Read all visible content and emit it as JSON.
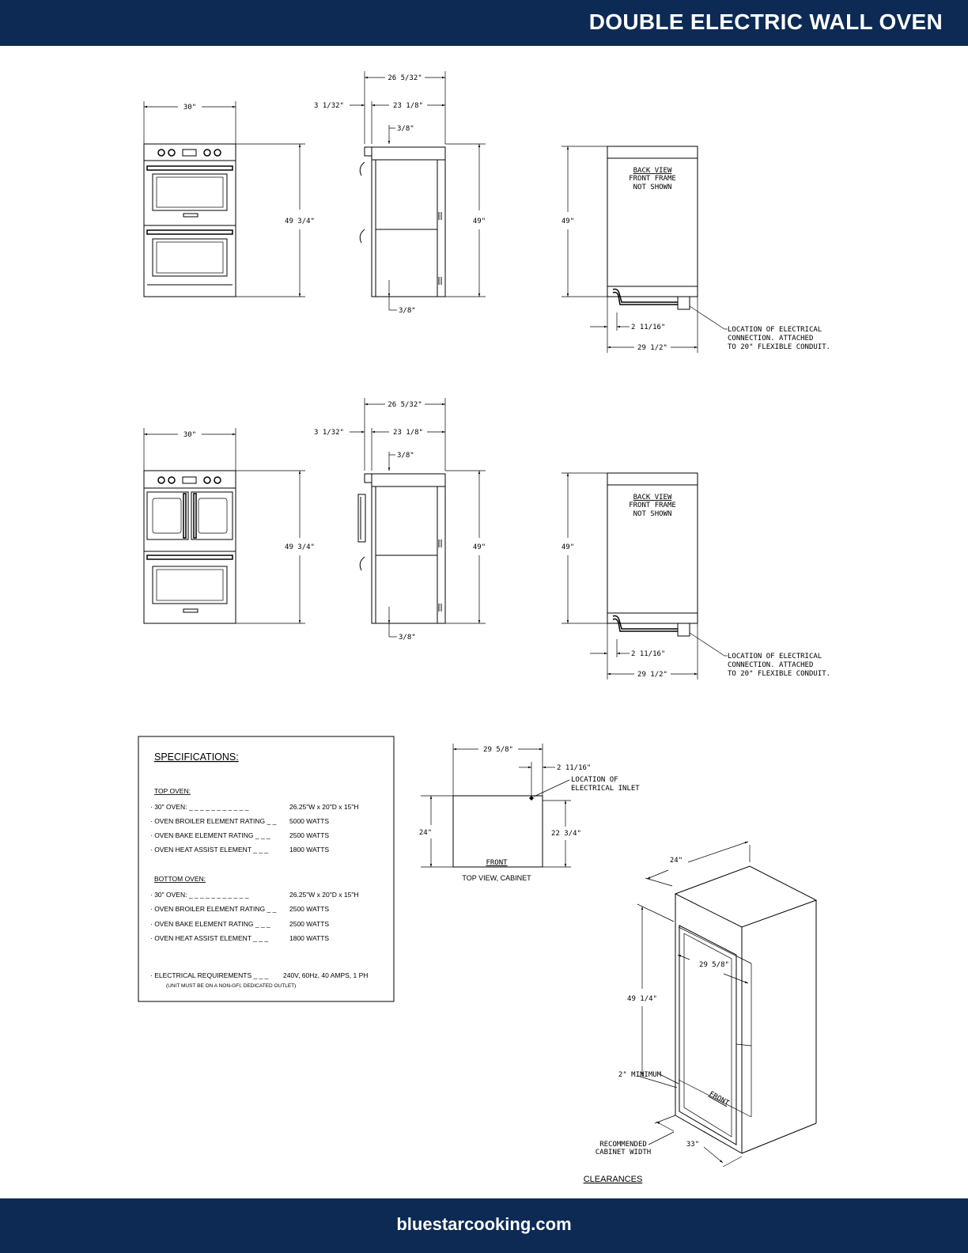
{
  "header": {
    "title": "DOUBLE ELECTRIC WALL OVEN"
  },
  "footer": {
    "url": "bluestarcooking.com"
  },
  "colors": {
    "brand_navy": "#0c2a54",
    "line": "#000000",
    "background": "#ffffff"
  },
  "drawing_top": {
    "front_width": "30\"",
    "front_height": "49 3/4\"",
    "side_overall_depth": "26 5/32\"",
    "side_front_offset": "3 1/32\"",
    "side_body_depth": "23 1/8\"",
    "side_top_gap": "3/8\"",
    "side_bottom_gap": "3/8\"",
    "side_height": "49\"",
    "back_height": "49\"",
    "back_view_label": "BACK VIEW",
    "front_frame_note_1": "FRONT FRAME",
    "front_frame_note_2": "NOT SHOWN",
    "conn_offset": "2 11/16\"",
    "back_width": "29 1/2\"",
    "conn_note_1": "LOCATION OF ELECTRICAL",
    "conn_note_2": "CONNECTION.  ATTACHED",
    "conn_note_3": "TO 20\" FLEXIBLE CONDUIT."
  },
  "drawing_bottom": {
    "front_width": "30\"",
    "front_height": "49 3/4\"",
    "side_overall_depth": "26 5/32\"",
    "side_front_offset": "3 1/32\"",
    "side_body_depth": "23 1/8\"",
    "side_top_gap": "3/8\"",
    "side_bottom_gap": "3/8\"",
    "side_height": "49\"",
    "back_height": "49\"",
    "back_view_label": "BACK VIEW",
    "front_frame_note_1": "FRONT FRAME",
    "front_frame_note_2": "NOT SHOWN",
    "conn_offset": "2 11/16\"",
    "back_width": "29 1/2\"",
    "conn_note_1": "LOCATION OF ELECTRICAL",
    "conn_note_2": "CONNECTION.  ATTACHED",
    "conn_note_3": "TO 20\" FLEXIBLE CONDUIT."
  },
  "specs": {
    "title": "SPECIFICATIONS:",
    "top_heading": "TOP OVEN:",
    "top_rows": [
      {
        "label": "· 30\" OVEN: _ _ _ _ _ _ _ _ _ _ _",
        "value": "26.25\"W x 20\"D x 15\"H"
      },
      {
        "label": "· OVEN BROILER ELEMENT RATING _ _",
        "value": "5000 WATTS"
      },
      {
        "label": "· OVEN BAKE ELEMENT RATING _ _ _",
        "value": "2500 WATTS"
      },
      {
        "label": "· OVEN HEAT ASSIST ELEMENT _ _ _",
        "value": "1800 WATTS"
      }
    ],
    "bottom_heading": "BOTTOM OVEN:",
    "bottom_rows": [
      {
        "label": "· 30\" OVEN: _ _ _ _ _ _ _ _ _ _ _",
        "value": "26.25\"W x 20\"D x 15\"H"
      },
      {
        "label": "· OVEN BROILER ELEMENT RATING _ _",
        "value": "2500 WATTS"
      },
      {
        "label": "· OVEN BAKE ELEMENT RATING _ _ _",
        "value": "2500 WATTS"
      },
      {
        "label": "· OVEN HEAT ASSIST ELEMENT _ _ _",
        "value": "1800 WATTS"
      }
    ],
    "electrical_label": "· ELECTRICAL REQUIREMENTS _ _ _",
    "electrical_value": "240V, 60Hz, 40 AMPS, 1 PH",
    "electrical_note": "(UNIT MUST BE ON A NON-GFI, DEDICATED OUTLET)"
  },
  "top_view": {
    "width": "29 5/8\"",
    "inlet_offset": "2 11/16\"",
    "inlet_note_1": "LOCATION OF",
    "inlet_note_2": "ELECTRICAL INLET",
    "depth": "24\"",
    "inner_depth": "22 3/4\"",
    "front_label": "FRONT",
    "caption": "TOP VIEW, CABINET"
  },
  "cabinet": {
    "depth": "24\"",
    "opening_width": "29 5/8\"",
    "opening_height": "49 1/4\"",
    "min_clearance": "2\" MINIMUM",
    "front_label": "FRONT",
    "rec_label_1": "RECOMMENDED",
    "rec_label_2": "CABINET WIDTH",
    "cabinet_width": "33\"",
    "caption": "CLEARANCES"
  }
}
